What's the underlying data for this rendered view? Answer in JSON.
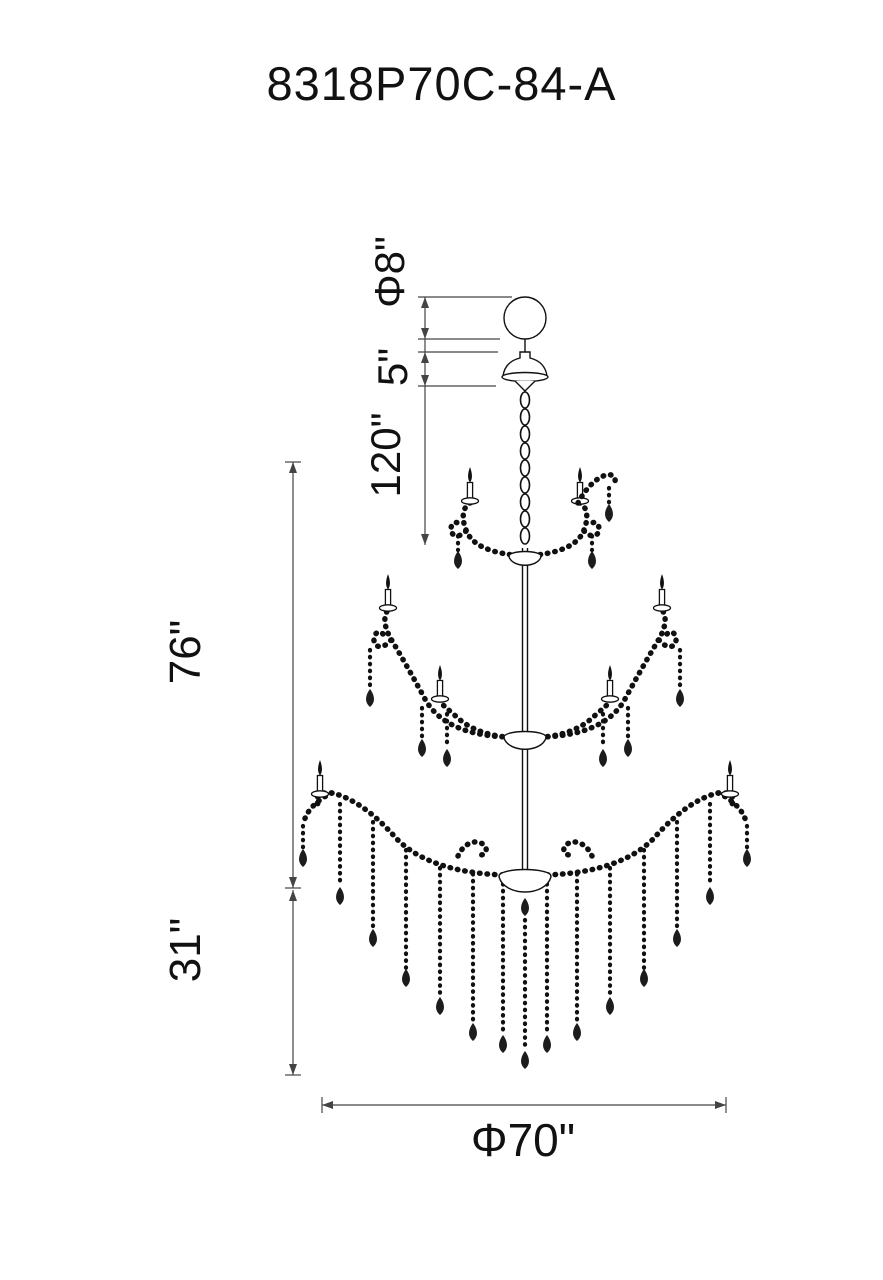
{
  "title": "8318P70C-84-A",
  "dimensions": {
    "ball_diameter": "Φ8\"",
    "canopy_height": "5\"",
    "chain_drop": "120\"",
    "body_height": "76\"",
    "crystal_drop": "31\"",
    "fixture_diameter": "Φ70\""
  }
}
